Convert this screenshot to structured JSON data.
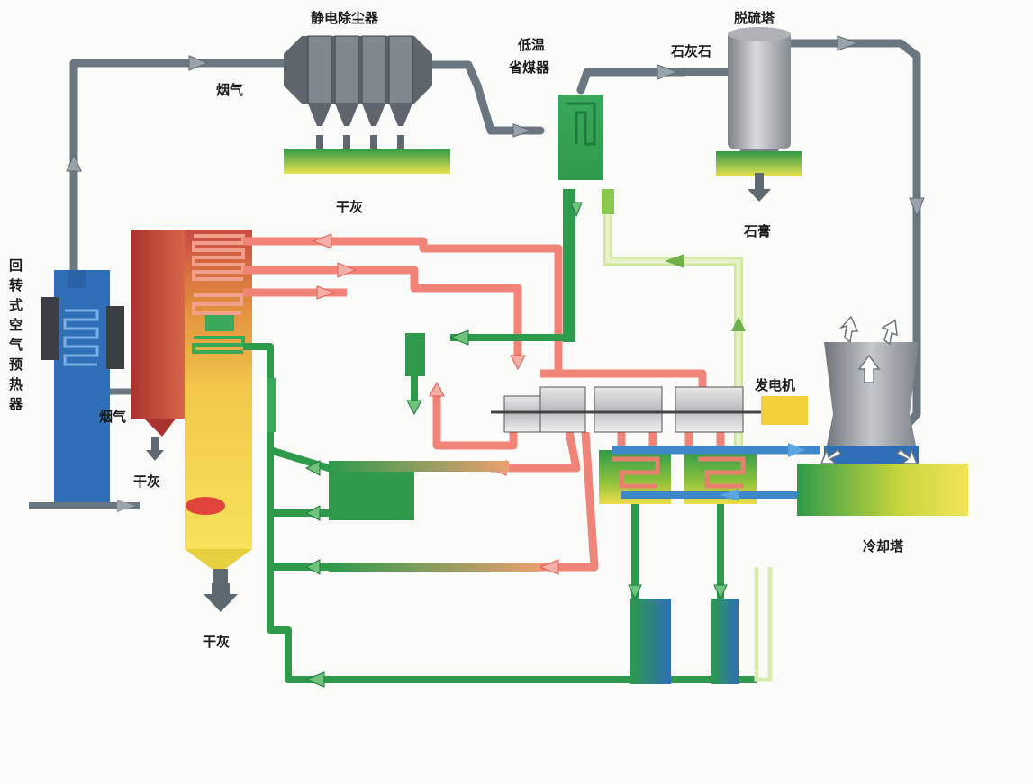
{
  "labels": {
    "esp": "静电除尘器",
    "flue_gas_top": "烟气",
    "dry_ash_esp": "干灰",
    "economizer_line1": "低温",
    "economizer_line2": "省煤器",
    "fgd_tower": "脱硫塔",
    "limestone": "石灰石",
    "gypsum": "石膏",
    "preheater_chars": [
      "回",
      "转",
      "式",
      "空",
      "气",
      "预",
      "热",
      "器"
    ],
    "flue_gas_left": "烟气",
    "dry_ash_left": "干灰",
    "dry_ash_bottom": "干灰",
    "generator": "发电机",
    "cooling_tower": "冷却塔"
  },
  "colors": {
    "steam": "#f08478",
    "steam_dark": "#e25f55",
    "water": "#2a9a58",
    "cooling_water": "#3d86c8",
    "gas_pipe": "#6b7780",
    "ground": "#c7d43a",
    "preheater": "#2e6fb8",
    "boiler_red": "#b8403a",
    "boiler_yellow": "#f5d84a"
  }
}
